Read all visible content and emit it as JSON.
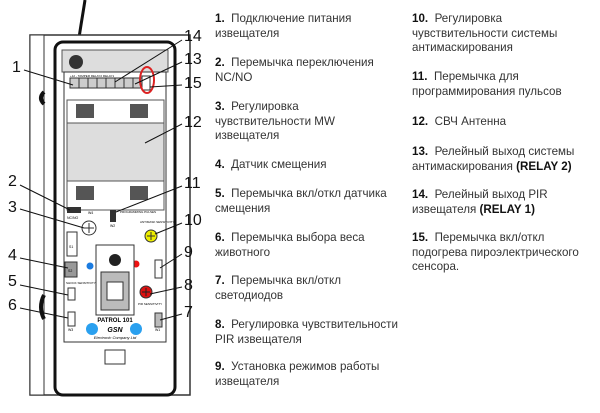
{
  "device": {
    "model": "PATROL 101",
    "brand": "GSN",
    "company": "Electronic Company Ltd",
    "terminal_label": "+12 - TAMPER RELAY2 RELAY1",
    "ncno": "NC/NO",
    "w4": "W4",
    "w2": "W2",
    "w1": "W1",
    "w3": "W3",
    "s1": "S1",
    "s2": "S2",
    "programming": "PROGRAMMING PULSES",
    "antimask": "ANTIMASK SENSITIVITY",
    "pir_sens": "PIR SENSITIVITY",
    "shock_sens": "SHOCK SENSITIVITY"
  },
  "callouts": [
    "1",
    "2",
    "3",
    "4",
    "5",
    "6",
    "7",
    "8",
    "9",
    "10",
    "11",
    "12",
    "13",
    "14",
    "15"
  ],
  "legend": [
    {
      "num": "1.",
      "text": "Подключение питания извещателя"
    },
    {
      "num": "2.",
      "text": "Перемычка переключения NC/NO"
    },
    {
      "num": "3.",
      "text": "Регулировка чувствительности MW извещателя"
    },
    {
      "num": "4.",
      "text": "Датчик смещения"
    },
    {
      "num": "5.",
      "text": "Перемычка вкл/откл датчика смещения"
    },
    {
      "num": "6.",
      "text": "Перемычка выбора веса животного"
    },
    {
      "num": "7.",
      "text": "Перемычка вкл/откл светодиодов"
    },
    {
      "num": "8.",
      "text": "Регулировка чувствительности PIR извещателя"
    },
    {
      "num": "9.",
      "text": "Установка режимов работы извещателя"
    },
    {
      "num": "10.",
      "text": "Регулировка чувствительности системы антимаскирования"
    },
    {
      "num": "11.",
      "text": "Перемычка для программирования пульсов"
    },
    {
      "num": "12.",
      "text": "СВЧ Антенна"
    },
    {
      "num": "13.",
      "text": "Релейный выход системы антимаскирования",
      "bold": "(RELAY 2)"
    },
    {
      "num": "14.",
      "text": "Релейный выход PIR извещателя",
      "bold": "(RELAY 1)"
    },
    {
      "num": "15.",
      "text": "Перемычка вкл/откл подогрева пироэлектрического сенсора."
    }
  ]
}
